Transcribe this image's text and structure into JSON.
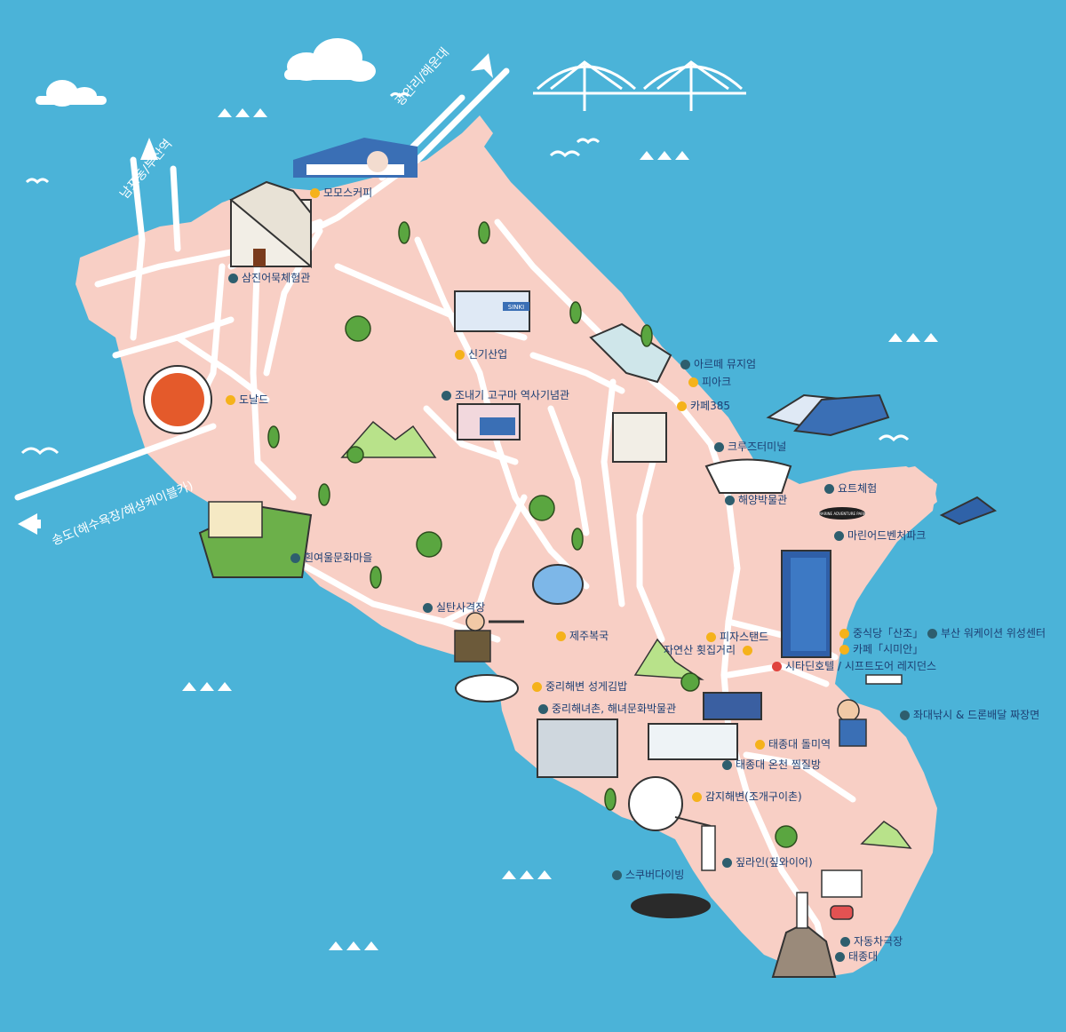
{
  "directions": {
    "gwangalli": "광안리/해운대",
    "nampo": "남포동/부산역",
    "songdo": "송도(해수욕장/해상케이블카)"
  },
  "places": [
    {
      "id": "momos",
      "label": "모모스커피",
      "dot": "yellow"
    },
    {
      "id": "samjin",
      "label": "삼진어묵체험관",
      "dot": "teal"
    },
    {
      "id": "donald",
      "label": "도날드",
      "dot": "yellow"
    },
    {
      "id": "singi",
      "label": "신기산업",
      "dot": "yellow"
    },
    {
      "id": "jonaegi",
      "label": "조내기 고구마 역사기념관",
      "dot": "teal"
    },
    {
      "id": "arte",
      "label": "아르떼 뮤지엄",
      "dot": "teal"
    },
    {
      "id": "piak",
      "label": "피아크",
      "dot": "yellow"
    },
    {
      "id": "cafe385",
      "label": "카페385",
      "dot": "yellow"
    },
    {
      "id": "cruise",
      "label": "크루즈터미널",
      "dot": "teal"
    },
    {
      "id": "maritime",
      "label": "해양박물관",
      "dot": "teal"
    },
    {
      "id": "yacht",
      "label": "요트체험",
      "dot": "teal"
    },
    {
      "id": "marine",
      "label": "마린어드벤처파크",
      "dot": "teal"
    },
    {
      "id": "huinyeoul",
      "label": "흰여울문화마을",
      "dot": "teal"
    },
    {
      "id": "shooting",
      "label": "실탄사격장",
      "dot": "teal"
    },
    {
      "id": "jeju",
      "label": "제주복국",
      "dot": "yellow"
    },
    {
      "id": "pizza",
      "label": "피자스탠드",
      "dot": "yellow"
    },
    {
      "id": "sanjo",
      "label": "중식당「산조」",
      "dot": "yellow"
    },
    {
      "id": "wakecation",
      "label": "부산 워케이션 위성센터",
      "dot": "teal"
    },
    {
      "id": "hoe",
      "label": "자연산 횟집거리",
      "dot": "yellow",
      "labelFirst": true
    },
    {
      "id": "simian",
      "label": "카페「시미안」",
      "dot": "yellow"
    },
    {
      "id": "hotel",
      "label": "시타딘호텔 / 시프트도어 레지던스",
      "dot": "red"
    },
    {
      "id": "gimbap",
      "label": "중리해변 성게김밥",
      "dot": "yellow"
    },
    {
      "id": "haenyeo",
      "label": "중리해녀촌, 해녀문화박물관",
      "dot": "teal"
    },
    {
      "id": "drone",
      "label": "좌대낚시 & 드론배달 짜장면",
      "dot": "teal"
    },
    {
      "id": "dolmi",
      "label": "태종대 돌미역",
      "dot": "yellow"
    },
    {
      "id": "oncheon",
      "label": "태종대 온천 찜질방",
      "dot": "teal"
    },
    {
      "id": "gamji",
      "label": "감지해변(조개구이촌)",
      "dot": "yellow"
    },
    {
      "id": "zipline",
      "label": "짚라인(짚와이어)",
      "dot": "teal"
    },
    {
      "id": "scuba",
      "label": "스쿠버다이빙",
      "dot": "teal"
    },
    {
      "id": "theater",
      "label": "자동차극장",
      "dot": "teal"
    },
    {
      "id": "taejongdae",
      "label": "태종대",
      "dot": "teal"
    }
  ],
  "signs": {
    "singi_building": "SINKI",
    "marine_park_sign": "MARINE ADVENTURE PARK"
  }
}
